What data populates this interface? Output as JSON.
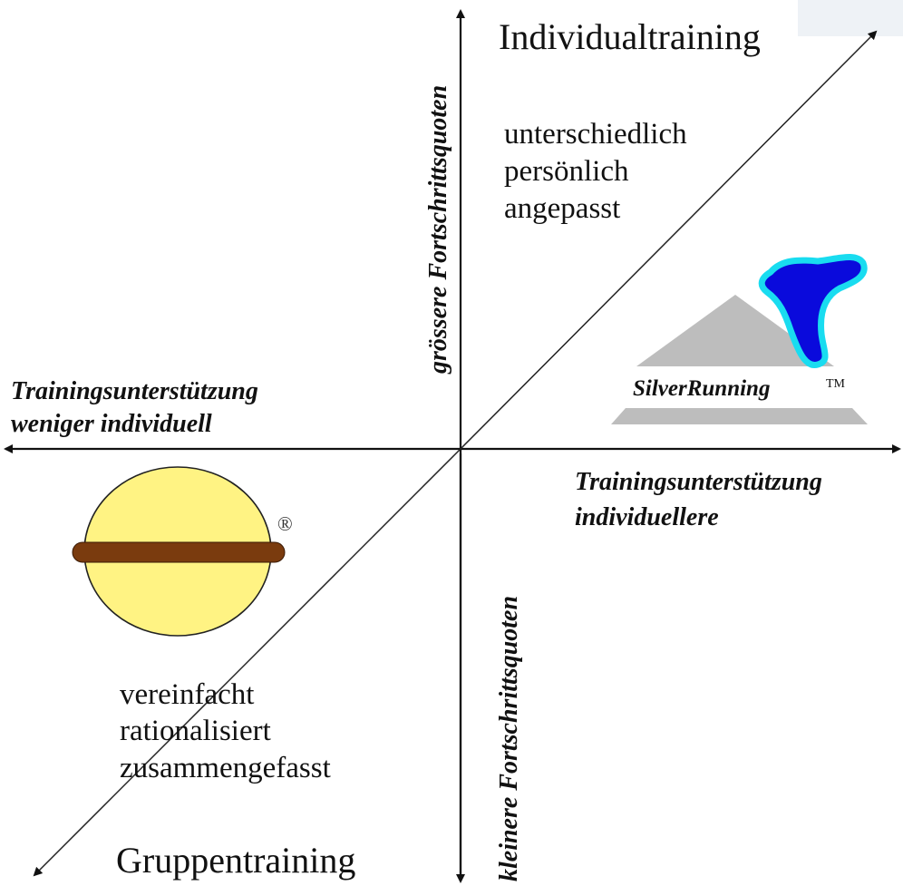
{
  "quadrant_titles": {
    "top_right": "Individualtraining",
    "bottom_left": "Gruppentraining"
  },
  "top_right_list": [
    "unterschiedlich",
    "persönlich",
    "angepasst"
  ],
  "bottom_left_list": [
    "vereinfacht",
    "rationalisiert",
    "zusammengefasst"
  ],
  "axis_labels": {
    "y_up": "grössere Fortschrittsquoten",
    "y_down": "kleinere Fortschrittsquoten",
    "x_left_line1": "Trainingsunterstützung",
    "x_left_line2": "weniger individuell",
    "x_right_line1": "Trainingsunterstützung",
    "x_right_line2": "individuellere"
  },
  "logos": {
    "silverrunning": {
      "name": "SilverRunning",
      "mark": "TM"
    },
    "burger": {
      "mark": "®"
    }
  },
  "colors": {
    "axis": "#111111",
    "pyramid": "#bdbdbd",
    "blob_fill": "#0a0adc",
    "blob_outline": "#19dcf0",
    "burger_bun": "#fff383",
    "burger_patty": "#7a3b0e"
  }
}
